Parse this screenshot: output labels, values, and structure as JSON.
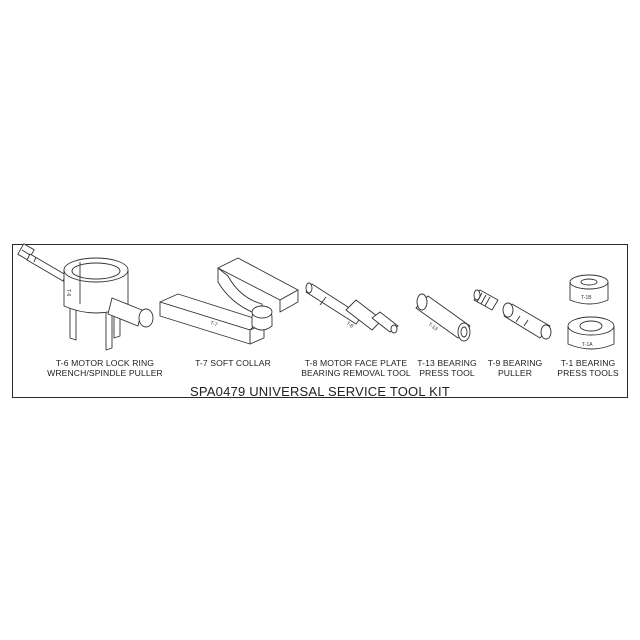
{
  "title": "SPA0479 UNIVERSAL SERVICE TOOL KIT",
  "tools": [
    {
      "id": "t6",
      "lines": [
        "T-6 MOTOR LOCK RING",
        "WRENCH/SPINDLE PULLER"
      ],
      "part_mark": "T-6"
    },
    {
      "id": "t7",
      "lines": [
        "T-7 SOFT COLLAR"
      ],
      "part_mark": "T-7"
    },
    {
      "id": "t8",
      "lines": [
        "T-8 MOTOR FACE PLATE",
        "BEARING REMOVAL TOOL"
      ],
      "part_mark": "T-8"
    },
    {
      "id": "t13",
      "lines": [
        "T-13 BEARING",
        "PRESS TOOL"
      ],
      "part_mark": "T-13"
    },
    {
      "id": "t9",
      "lines": [
        "T-9 BEARING",
        "PULLER"
      ],
      "part_mark": ""
    },
    {
      "id": "t1",
      "lines": [
        "T-1 BEARING",
        "PRESS TOOLS"
      ],
      "part_marks": [
        "T-1B",
        "T-1A"
      ]
    }
  ]
}
